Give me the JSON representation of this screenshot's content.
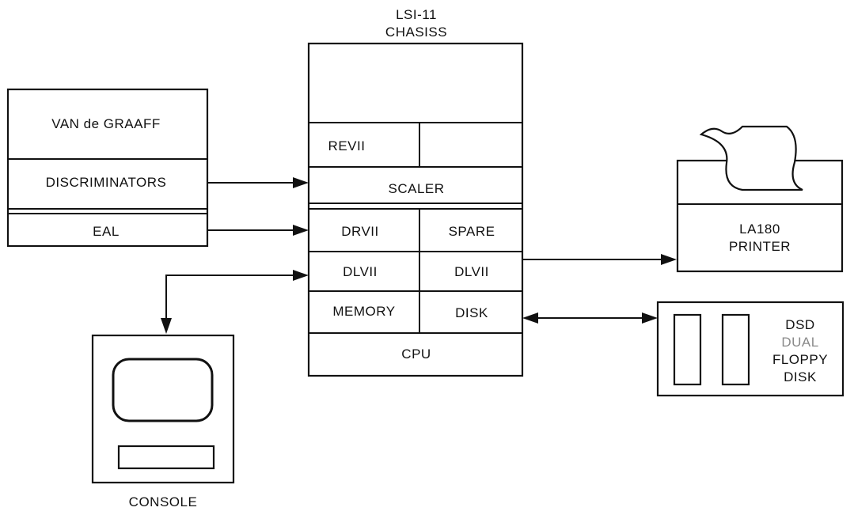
{
  "chassis": {
    "title_line1": "LSI-11",
    "title_line2": "CHASISS",
    "slots": {
      "revii": "REVII",
      "scaler": "SCALER",
      "drvii": "DRVII",
      "spare": "SPARE",
      "dlvii_left": "DLVII",
      "dlvii_right": "DLVII",
      "memory": "MEMORY",
      "disk": "DISK",
      "cpu": "CPU"
    }
  },
  "left_stack": {
    "van_de_graaff": "VAN de GRAAFF",
    "discriminators": "DISCRIMINATORS",
    "eal": "EAL"
  },
  "printer": {
    "line1": "LA180",
    "line2": "PRINTER"
  },
  "floppy": {
    "line1": "DSD",
    "line2": "DUAL",
    "line3": "FLOPPY",
    "line4": "DISK"
  },
  "console": {
    "label": "CONSOLE"
  }
}
